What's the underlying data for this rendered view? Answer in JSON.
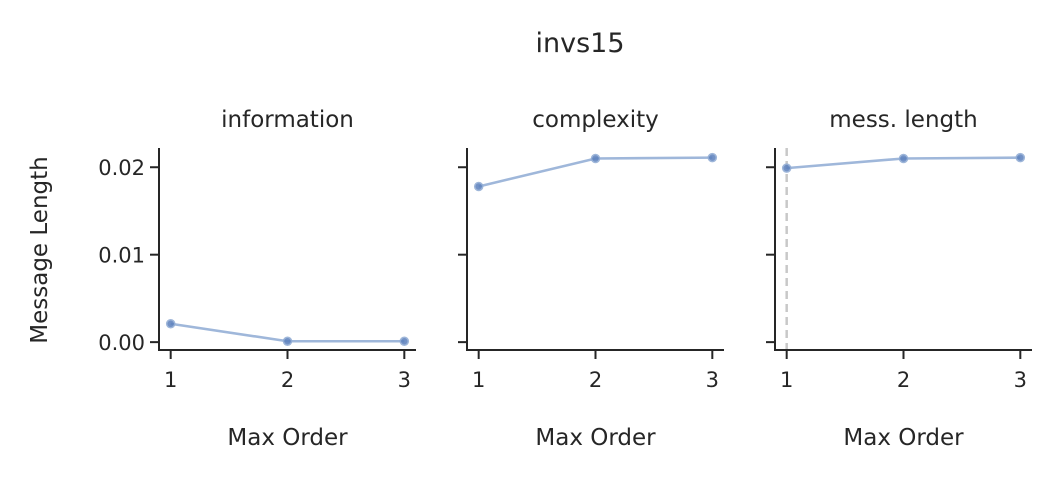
{
  "figure": {
    "suptitle": "invs15",
    "ylabel": "Message Length"
  },
  "chart_data": [
    {
      "type": "line",
      "title": "information",
      "xlabel": "Max Order",
      "ylabel": "Message Length",
      "x": [
        1,
        2,
        3
      ],
      "values": [
        0.0021,
        0.0001,
        0.0001
      ],
      "x_ticks": [
        "1",
        "2",
        "3"
      ],
      "y_ticks": [
        "0.00",
        "0.01",
        "0.02"
      ],
      "y_tick_values": [
        0.0,
        0.01,
        0.02
      ],
      "xlim": [
        0.9,
        3.1
      ],
      "ylim": [
        -0.0009,
        0.0222
      ],
      "color": "#5b80bd",
      "grid": false
    },
    {
      "type": "line",
      "title": "complexity",
      "xlabel": "Max Order",
      "x": [
        1,
        2,
        3
      ],
      "values": [
        0.0178,
        0.021,
        0.0211
      ],
      "x_ticks": [
        "1",
        "2",
        "3"
      ],
      "xlim": [
        0.9,
        3.1
      ],
      "ylim": [
        -0.0009,
        0.0222
      ],
      "color": "#5b80bd",
      "grid": false
    },
    {
      "type": "line",
      "title": "mess. length",
      "xlabel": "Max Order",
      "x": [
        1,
        2,
        3
      ],
      "values": [
        0.0199,
        0.021,
        0.0211
      ],
      "x_ticks": [
        "1",
        "2",
        "3"
      ],
      "xlim": [
        0.9,
        3.1
      ],
      "ylim": [
        -0.0009,
        0.0222
      ],
      "color": "#5b80bd",
      "vline_x": 1,
      "vline_color": "#c8c8c8",
      "grid": false
    }
  ]
}
